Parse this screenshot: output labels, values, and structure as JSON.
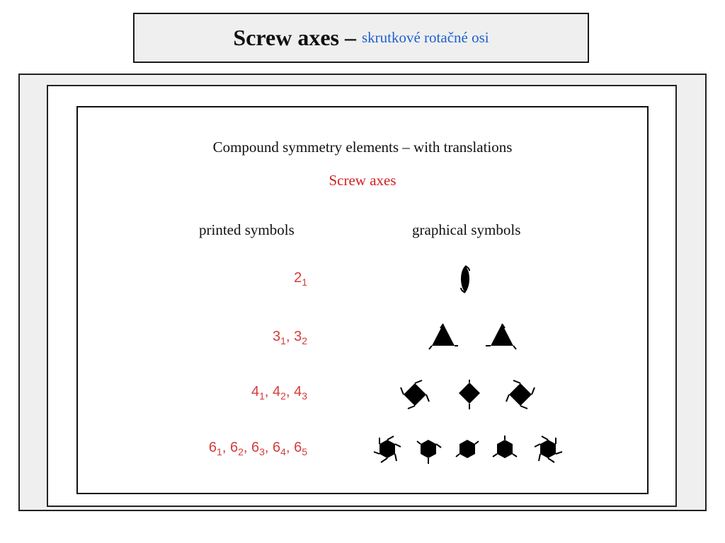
{
  "header": {
    "title_main": "Screw axes",
    "title_dash": "–",
    "title_sub": "skrutkové rotačné osi"
  },
  "content": {
    "heading": "Compound symmetry elements – with translations",
    "subheading": "Screw axes",
    "col_printed": "printed symbols",
    "col_graphical": "graphical symbols",
    "rows": [
      {
        "symbols": [
          {
            "base": "2",
            "sub": "1"
          }
        ]
      },
      {
        "symbols": [
          {
            "base": "3",
            "sub": "1"
          },
          {
            "base": "3",
            "sub": "2"
          }
        ]
      },
      {
        "symbols": [
          {
            "base": "4",
            "sub": "1"
          },
          {
            "base": "4",
            "sub": "2"
          },
          {
            "base": "4",
            "sub": "3"
          }
        ]
      },
      {
        "symbols": [
          {
            "base": "6",
            "sub": "1"
          },
          {
            "base": "6",
            "sub": "2"
          },
          {
            "base": "6",
            "sub": "3"
          },
          {
            "base": "6",
            "sub": "4"
          },
          {
            "base": "6",
            "sub": "5"
          }
        ]
      }
    ]
  },
  "colors": {
    "title_sub": "#1f5fcf",
    "subheading": "#d42020",
    "printed_symbols": "#d43c3c"
  },
  "icons": [
    "twofold-screw-icon",
    "threefold-screw-icon",
    "fourfold-screw-icon",
    "sixfold-screw-icon"
  ]
}
